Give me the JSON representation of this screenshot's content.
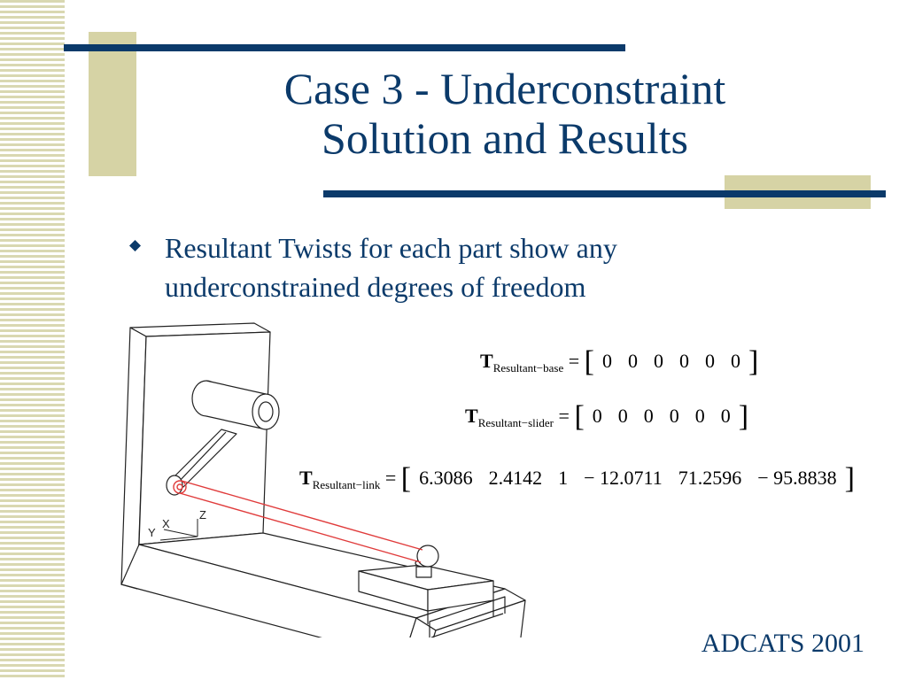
{
  "colors": {
    "title_blue": "#0b3a6a",
    "accent_tan": "#d6d3a5",
    "stripe": "#d9d8b1"
  },
  "title": {
    "line1": "Case 3 - Underconstraint",
    "line2": "Solution and Results"
  },
  "bullet": {
    "icon": "diamond-icon",
    "line1": "Resultant Twists for each part show any",
    "line2": "underconstrained degrees of freedom"
  },
  "figure": {
    "axis_labels": {
      "x": "X",
      "y": "Y",
      "z": "Z"
    }
  },
  "equations": [
    {
      "symbol": "T",
      "subscript": "Resultant−base",
      "equals": "=",
      "values": [
        "0",
        "0",
        "0",
        "0",
        "0",
        "0"
      ]
    },
    {
      "symbol": "T",
      "subscript": "Resultant−slider",
      "equals": "=",
      "values": [
        "0",
        "0",
        "0",
        "0",
        "0",
        "0"
      ]
    },
    {
      "symbol": "T",
      "subscript": "Resultant−link",
      "equals": "=",
      "values": [
        "6.3086",
        "2.4142",
        "1",
        "− 12.0711",
        "71.2596",
        "− 95.8838"
      ]
    }
  ],
  "footer": "ADCATS 2001"
}
